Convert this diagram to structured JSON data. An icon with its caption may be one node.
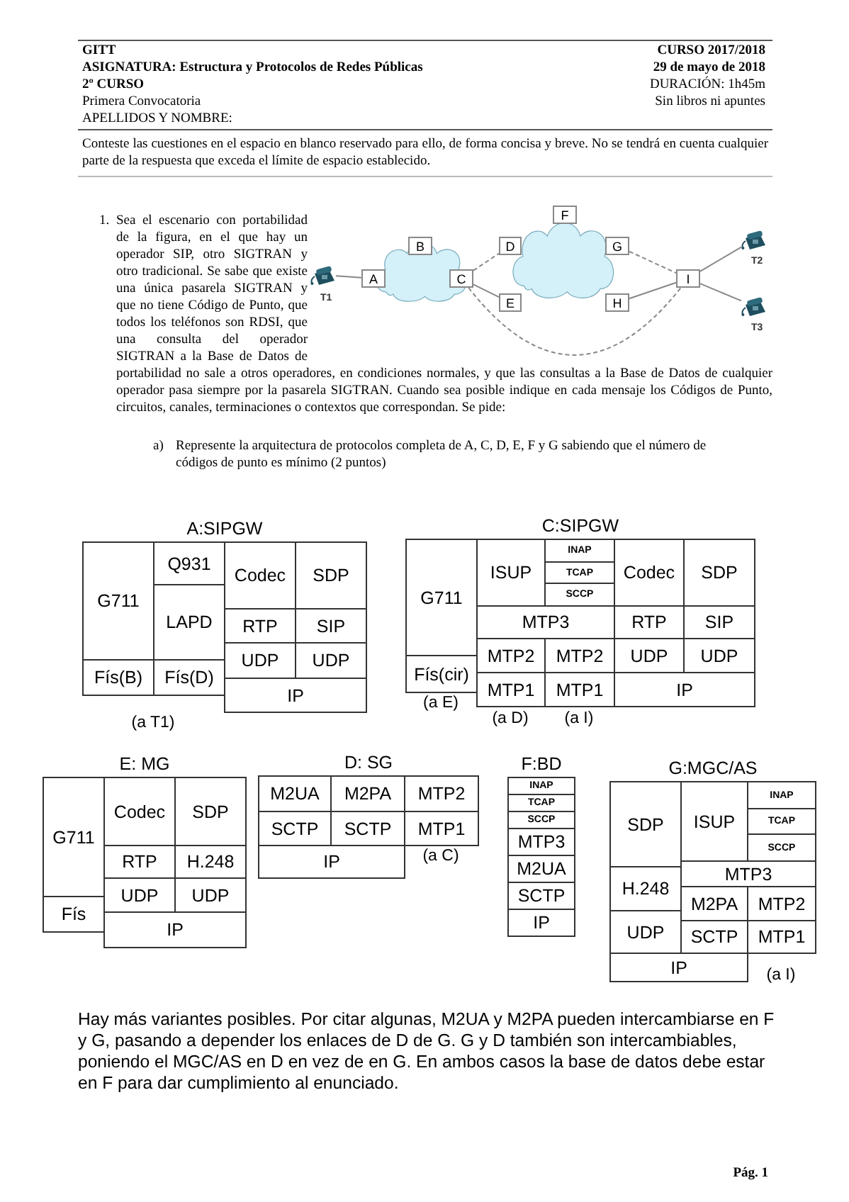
{
  "diagram": {
    "nodes": [
      {
        "text": [],
        "shape": "cloud"
      },
      {
        "text": [],
        "shape": "cloud"
      },
      {
        "text": [
          "A"
        ]
      },
      {
        "text": [
          "B"
        ]
      },
      {
        "text": [
          "C"
        ]
      },
      {
        "text": [
          "D"
        ]
      },
      {
        "text": [
          "E"
        ]
      },
      {
        "text": [
          "F"
        ]
      },
      {
        "text": [
          "G"
        ]
      },
      {
        "text": [
          "H"
        ]
      },
      {
        "text": [
          "I"
        ]
      },
      {
        "text": [],
        "shape": "phone",
        "beside": [
          "T1"
        ]
      },
      {
        "text": [],
        "shape": "phone",
        "beside": [
          "T2"
        ]
      },
      {
        "text": [],
        "shape": "phone",
        "beside": [
          "T3"
        ]
      },
      {
        "text": [
          "A:SIPGW"
        ]
      },
      {
        "text": [
          "G711"
        ],
        "in": 14
      },
      {
        "text": [
          "Q931"
        ],
        "in": 14
      },
      {
        "text": [
          "LAPD"
        ],
        "in": 14
      },
      {
        "text": [
          "Codec"
        ],
        "in": 14
      },
      {
        "text": [
          "SDP"
        ],
        "in": 14
      },
      {
        "text": [
          "RTP"
        ],
        "in": 14
      },
      {
        "text": [
          "SIP"
        ],
        "in": 14
      },
      {
        "text": [
          "UDP"
        ],
        "in": 14
      },
      {
        "text": [
          "UDP"
        ],
        "in": 14
      },
      {
        "text": [
          "Fís(B)"
        ],
        "in": 14
      },
      {
        "text": [
          "Fís(D)"
        ],
        "in": 14
      },
      {
        "text": [
          "IP"
        ],
        "in": 14
      },
      {
        "text": [
          "C:SIPGW"
        ]
      },
      {
        "text": [
          "G711"
        ],
        "in": 27
      },
      {
        "text": [
          "ISUP"
        ],
        "in": 27
      },
      {
        "text": [
          "INAP"
        ],
        "in": 27
      },
      {
        "text": [
          "TCAP"
        ],
        "in": 27
      },
      {
        "text": [
          "SCCP"
        ],
        "in": 27
      },
      {
        "text": [
          "Codec"
        ],
        "in": 27
      },
      {
        "text": [
          "SDP"
        ],
        "in": 27
      },
      {
        "text": [
          "MTP3"
        ],
        "in": 27
      },
      {
        "text": [
          "RTP"
        ],
        "in": 27
      },
      {
        "text": [
          "SIP"
        ],
        "in": 27
      },
      {
        "text": [
          "Fís(cir)"
        ],
        "in": 27
      },
      {
        "text": [
          "MTP2"
        ],
        "in": 27
      },
      {
        "text": [
          "MTP2"
        ],
        "in": 27
      },
      {
        "text": [
          "UDP"
        ],
        "in": 27
      },
      {
        "text": [
          "UDP"
        ],
        "in": 27
      },
      {
        "text": [
          "MTP1"
        ],
        "in": 27
      },
      {
        "text": [
          "MTP1"
        ],
        "in": 27
      },
      {
        "text": [
          "IP"
        ],
        "in": 27
      },
      {
        "text": [
          "E: MG"
        ]
      },
      {
        "text": [
          "G711"
        ],
        "in": 46
      },
      {
        "text": [
          "Codec"
        ],
        "in": 46
      },
      {
        "text": [
          "SDP"
        ],
        "in": 46
      },
      {
        "text": [
          "RTP"
        ],
        "in": 46
      },
      {
        "text": [
          "H.248"
        ],
        "in": 46
      },
      {
        "text": [
          "UDP"
        ],
        "in": 46
      },
      {
        "text": [
          "UDP"
        ],
        "in": 46
      },
      {
        "text": [
          "Fís"
        ],
        "in": 46
      },
      {
        "text": [
          "IP"
        ],
        "in": 46
      },
      {
        "text": [
          "D: SG"
        ]
      },
      {
        "text": [
          "M2UA"
        ],
        "in": 56
      },
      {
        "text": [
          "M2PA"
        ],
        "in": 56
      },
      {
        "text": [
          "MTP2"
        ],
        "in": 56
      },
      {
        "text": [
          "SCTP"
        ],
        "in": 56
      },
      {
        "text": [
          "SCTP"
        ],
        "in": 56
      },
      {
        "text": [
          "MTP1"
        ],
        "in": 56
      },
      {
        "text": [
          "IP"
        ],
        "in": 56
      },
      {
        "text": [
          "F:BD"
        ]
      },
      {
        "text": [
          "INAP"
        ],
        "in": 64
      },
      {
        "text": [
          "TCAP"
        ],
        "in": 64
      },
      {
        "text": [
          "SCCP"
        ],
        "in": 64
      },
      {
        "text": [
          "MTP3"
        ],
        "in": 64
      },
      {
        "text": [
          "M2UA"
        ],
        "in": 64
      },
      {
        "text": [
          "SCTP"
        ],
        "in": 64
      },
      {
        "text": [
          "IP"
        ],
        "in": 64
      },
      {
        "text": [
          "G:MGC/AS"
        ]
      },
      {
        "text": [
          "SDP"
        ],
        "in": 72
      },
      {
        "text": [
          "ISUP"
        ],
        "in": 72
      },
      {
        "text": [
          "INAP"
        ],
        "in": 72
      },
      {
        "text": [
          "TCAP"
        ],
        "in": 72
      },
      {
        "text": [
          "SCCP"
        ],
        "in": 72
      },
      {
        "text": [
          "MTP3"
        ],
        "in": 72
      },
      {
        "text": [
          "H.248"
        ],
        "in": 72
      },
      {
        "text": [
          "M2PA"
        ],
        "in": 72
      },
      {
        "text": [
          "MTP2"
        ],
        "in": 72
      },
      {
        "text": [
          "UDP"
        ],
        "in": 72
      },
      {
        "text": [
          "SCTP"
        ],
        "in": 72
      },
      {
        "text": [
          "MTP1"
        ],
        "in": 72
      },
      {
        "text": [
          "IP"
        ],
        "in": 72
      }
    ],
    "edges": [
      {
        "from": 11,
        "to": 2,
        "arrow": "none"
      },
      {
        "from": 4,
        "to": 5,
        "arrow": "none",
        "style": "dashed"
      },
      {
        "from": 4,
        "to": 6,
        "arrow": "none"
      },
      {
        "from": 4,
        "to": 10,
        "arrow": "none",
        "style": "dashed"
      },
      {
        "from": 8,
        "to": 10,
        "arrow": "none",
        "style": "dashed"
      },
      {
        "from": 9,
        "to": 10,
        "arrow": "none"
      },
      {
        "from": 10,
        "to": 12,
        "arrow": "none"
      },
      {
        "from": 10,
        "to": 13,
        "arrow": "none"
      }
    ],
    "labels": [
      "GITT",
      "CURSO 2017/2018",
      "ASIGNATURA: Estructura y Protocolos de Redes Públicas",
      "29 de mayo de 2018",
      "2º CURSO",
      "DURACIÓN: 1h45m",
      "Primera Convocatoria",
      "Sin libros ni apuntes",
      "APELLIDOS Y NOMBRE:",
      "Conteste las cuestiones en el espacio en blanco reservado para ello, de forma concisa y breve. No se tendrá en cuenta cualquier parte de la respuesta que exceda el límite de espacio establecido.",
      "1.",
      "Sea el escenario con portabilidad de la figura, en el que hay un operador SIP, otro SIGTRAN y otro tradicional. Se sabe que existe una única pasarela SIGTRAN y que no tiene Código de Punto, que todos los teléfonos son RDSI, que una consulta del operador SIGTRAN a la Base de Datos de portabilidad no sale a otros operadores, en condiciones normales, y que las consultas a la Base de Datos de cualquier operador pasa siempre por la pasarela SIGTRAN. Cuando sea posible indique en cada mensaje los Códigos de Punto, circuitos, canales, terminaciones o contextos que correspondan. Se pide:",
      "a)",
      "Represente la arquitectura de protocolos completa de A, C, D, E, F y G sabiendo que el número de códigos de punto es mínimo (2 puntos)",
      "(a T1)",
      "(a E)",
      "(a D)",
      "(a I)",
      "(a C)",
      "(a I)",
      "Hay más variantes posibles. Por citar algunas, M2UA y M2PA pueden intercambiarse en F y G, pasando a depender los enlaces de D de G. G y D también son intercambiables, poniendo el MGC/AS en D en vez de en G. En ambos casos la base de datos debe estar en F para dar cumplimiento al enunciado.",
      "Pág. 1"
    ]
  }
}
